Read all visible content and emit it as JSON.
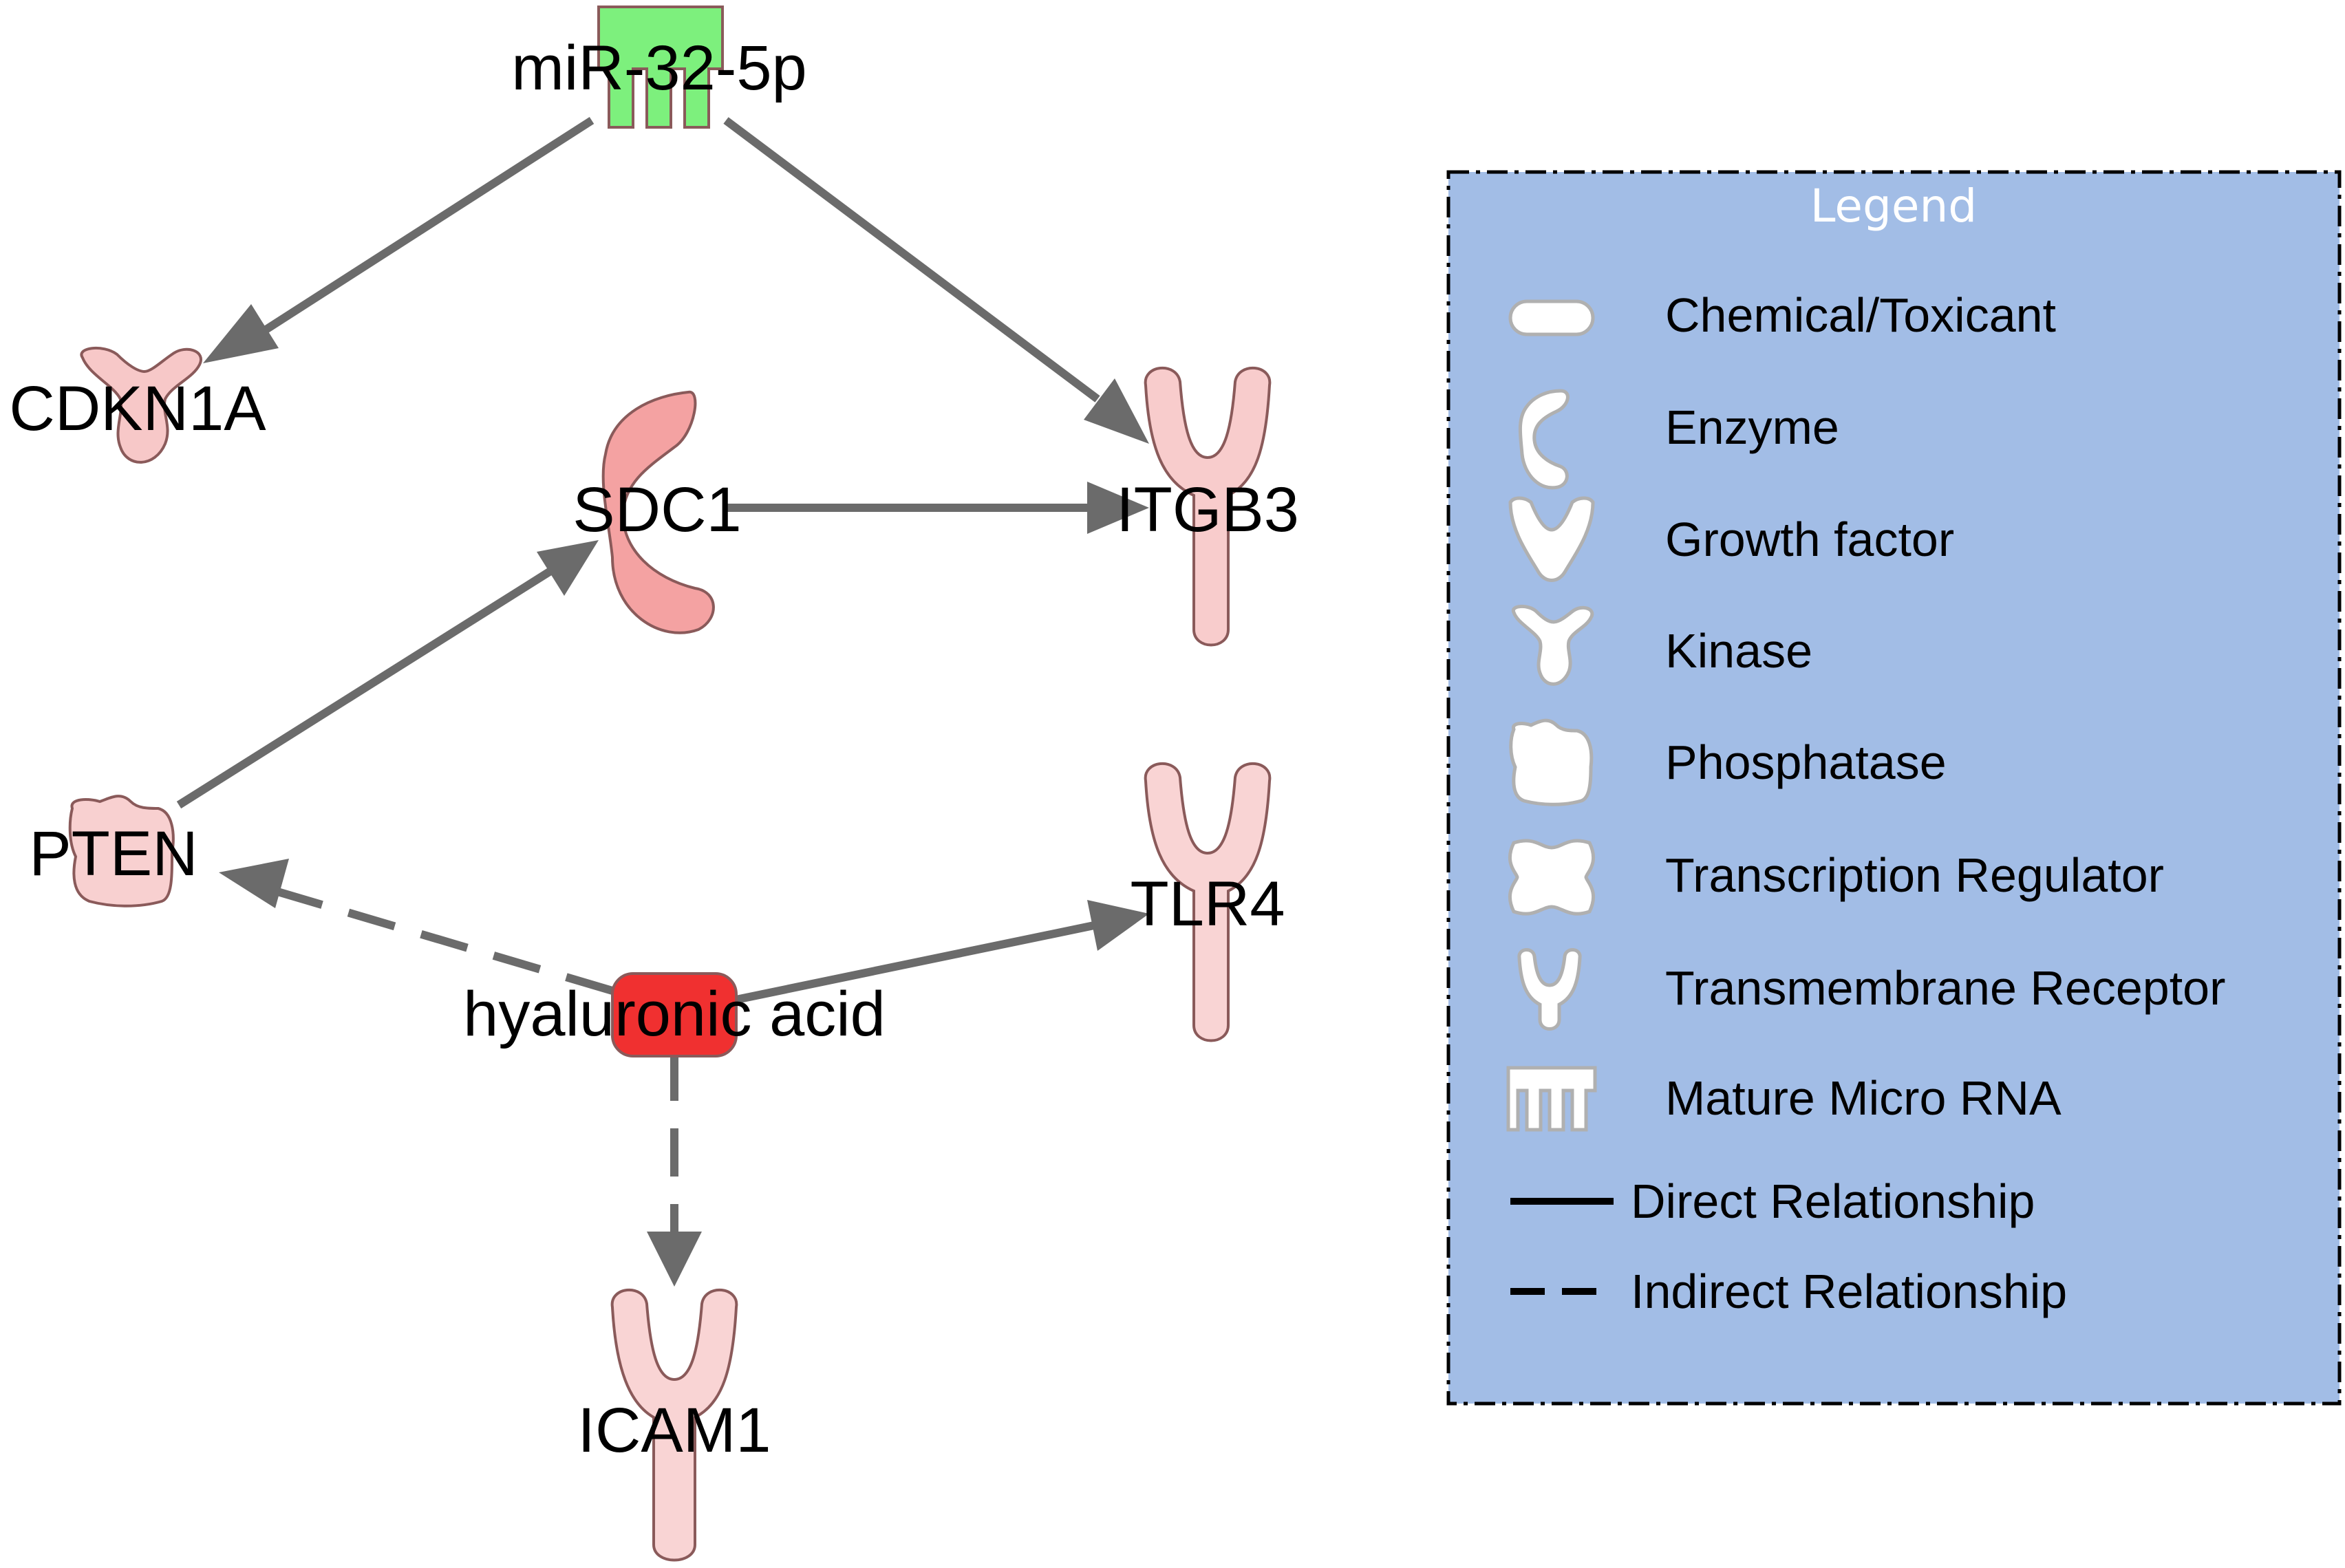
{
  "nodes": {
    "mir32": {
      "label": "miR-32-5p",
      "type": "Mature Micro RNA",
      "color": "#7df07d"
    },
    "cdkn1a": {
      "label": "CDKN1A",
      "type": "Kinase",
      "color": "#f7c8c8"
    },
    "sdc1": {
      "label": "SDC1",
      "type": "Enzyme",
      "color": "#f4a2a2"
    },
    "itgb3": {
      "label": "ITGB3",
      "type": "Transmembrane Receptor",
      "color": "#f8cccc"
    },
    "pten": {
      "label": "PTEN",
      "type": "Phosphatase",
      "color": "#f8d0d0"
    },
    "tlr4": {
      "label": "TLR4",
      "type": "Transmembrane Receptor",
      "color": "#f9d4d4"
    },
    "hyaluronic": {
      "label": "hyaluronic acid",
      "type": "Chemical/Toxicant",
      "color": "#f03030"
    },
    "icam1": {
      "label": "ICAM1",
      "type": "Transmembrane Receptor",
      "color": "#f9d4d4"
    }
  },
  "edges": [
    {
      "from": "miR-32-5p",
      "to": "CDKN1A",
      "relationship": "Direct Relationship"
    },
    {
      "from": "miR-32-5p",
      "to": "ITGB3",
      "relationship": "Direct Relationship"
    },
    {
      "from": "SDC1",
      "to": "ITGB3",
      "relationship": "Direct Relationship"
    },
    {
      "from": "PTEN",
      "to": "SDC1",
      "relationship": "Direct Relationship"
    },
    {
      "from": "hyaluronic acid",
      "to": "PTEN",
      "relationship": "Indirect Relationship"
    },
    {
      "from": "hyaluronic acid",
      "to": "TLR4",
      "relationship": "Direct Relationship"
    },
    {
      "from": "hyaluronic acid",
      "to": "ICAM1",
      "relationship": "Indirect Relationship"
    }
  ],
  "legend": {
    "title": "Legend",
    "background": "#a2bde6",
    "items": [
      {
        "label": "Chemical/Toxicant",
        "icon": "rounded-rectangle-icon"
      },
      {
        "label": "Enzyme",
        "icon": "enzyme-icon"
      },
      {
        "label": "Growth factor",
        "icon": "growth-factor-icon"
      },
      {
        "label": "Kinase",
        "icon": "kinase-icon"
      },
      {
        "label": "Phosphatase",
        "icon": "phosphatase-icon"
      },
      {
        "label": "Transcription Regulator",
        "icon": "transcription-regulator-icon"
      },
      {
        "label": "Transmembrane Receptor",
        "icon": "receptor-icon"
      },
      {
        "label": "Mature Micro RNA",
        "icon": "microrna-icon"
      },
      {
        "label": "Direct Relationship",
        "icon": "solid-line-icon"
      },
      {
        "label": "Indirect Relationship",
        "icon": "dashed-line-icon"
      }
    ]
  }
}
